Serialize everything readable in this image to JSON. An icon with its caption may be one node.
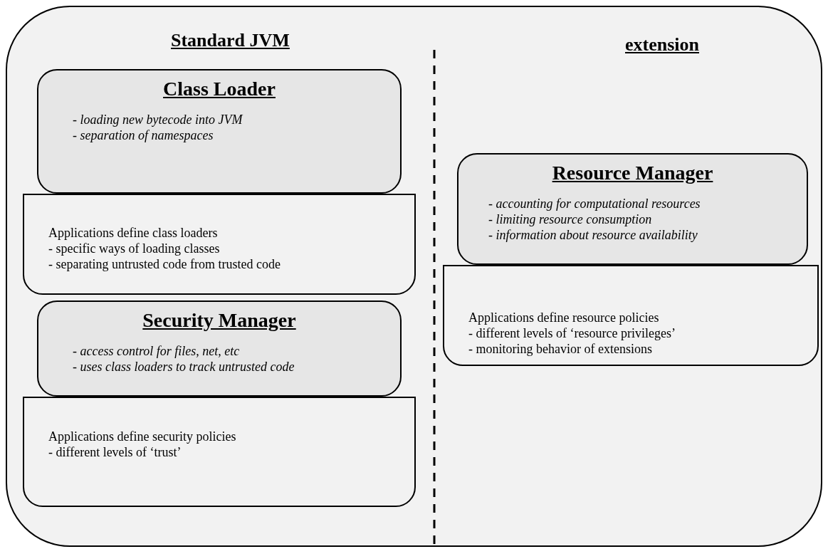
{
  "diagram": {
    "nodes": [
      {
        "text": [
          "Standard JVM",
          "extension"
        ]
      },
      {
        "text": [
          "Applications define class loaders",
          "- specific ways of loading classes",
          "- separating untrusted code from trusted code"
        ],
        "in": 0
      },
      {
        "text": [
          "Class Loader",
          "- loading new bytecode into JVM",
          "- separation of namespaces"
        ],
        "in": 0
      },
      {
        "text": [
          "Applications define security policies",
          "- different levels of ‘trust’"
        ],
        "in": 0
      },
      {
        "text": [
          "Security Manager",
          "- access control for files, net, etc",
          "- uses class loaders to track untrusted code"
        ],
        "in": 0
      },
      {
        "text": [
          "Applications define resource policies",
          "- different levels of ‘resource privileges’",
          "- monitoring behavior of extensions"
        ],
        "in": 0
      },
      {
        "text": [
          "Resource Manager",
          "- accounting for computational resources",
          "- limiting resource consumption",
          "- information about resource availability"
        ],
        "in": 0
      }
    ]
  }
}
